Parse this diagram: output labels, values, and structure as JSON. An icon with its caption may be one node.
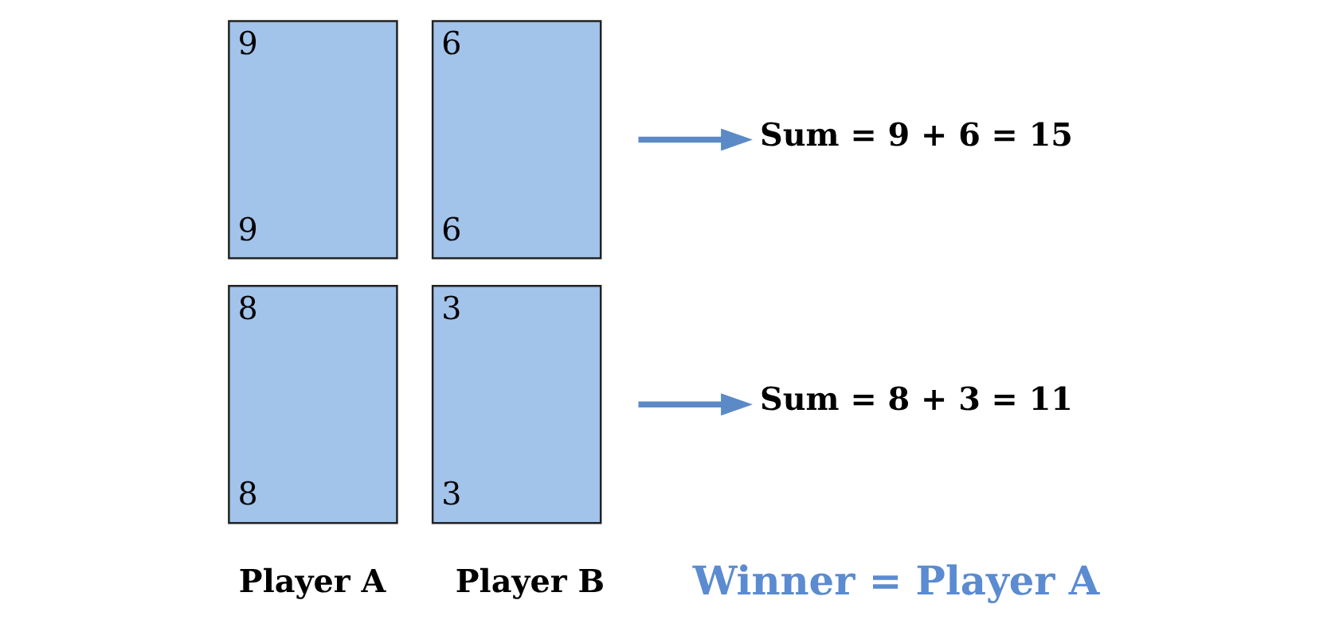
{
  "diagram": {
    "nodes": [
      {
        "text": [
          "9",
          "9"
        ]
      },
      {
        "text": [
          "6",
          "6"
        ]
      },
      {
        "text": [
          "8",
          "8"
        ]
      },
      {
        "text": [
          "3",
          "3"
        ]
      },
      {
        "text": [
          "Sum = 9 + 6 = 15"
        ]
      },
      {
        "text": [
          "Sum = 8 + 3 = 11"
        ]
      }
    ],
    "edges": [
      {
        "from": null,
        "to": 4,
        "arrow": "to"
      },
      {
        "from": null,
        "to": 5,
        "arrow": "to"
      }
    ],
    "labels": [
      "Player A",
      "Player B",
      "Winner = Player A"
    ]
  }
}
